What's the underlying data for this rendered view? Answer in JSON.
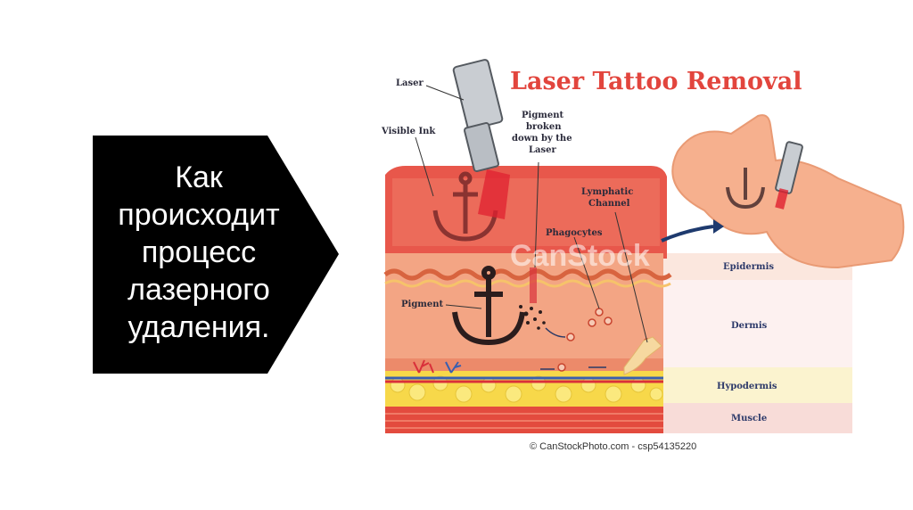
{
  "callout": {
    "lines": [
      "Как",
      "происходит",
      "процесс",
      "лазерного",
      "удаления."
    ]
  },
  "diagram": {
    "title": "Laser Tattoo Removal",
    "labels": {
      "laser": "Laser",
      "visible_ink": "Visible Ink",
      "pigment_broken": [
        "Pigment",
        "broken",
        "down by the",
        "Laser"
      ],
      "lymphatic": [
        "Lymphatic",
        "Channel"
      ],
      "phagocytes": "Phagocytes",
      "pigment": "Pigment"
    },
    "layers": [
      "Epidermis",
      "Dermis",
      "Hypodermis",
      "Muscle"
    ],
    "watermark": "CanStock",
    "credit": "© CanStockPhoto.com - csp54135220"
  },
  "colors": {
    "callout_bg": "#000000",
    "title": "#e2453d",
    "skin": "#f2a27a",
    "laser_beam": "#e02030"
  }
}
